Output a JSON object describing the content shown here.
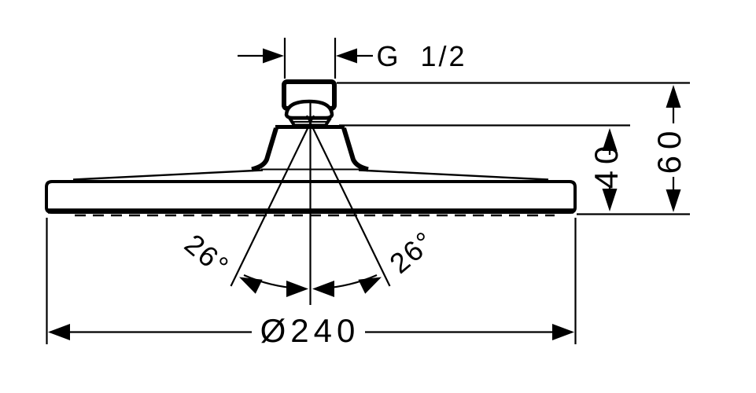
{
  "drawing": {
    "subject": "overhead-shower-side-elevation",
    "line_color": "#000000",
    "background_color": "#ffffff",
    "labels": {
      "thread": "G 1/2",
      "total_height": "60",
      "body_height": "40",
      "diameter": "Ø240",
      "angle_left": "26°",
      "angle_right": "26°"
    }
  }
}
